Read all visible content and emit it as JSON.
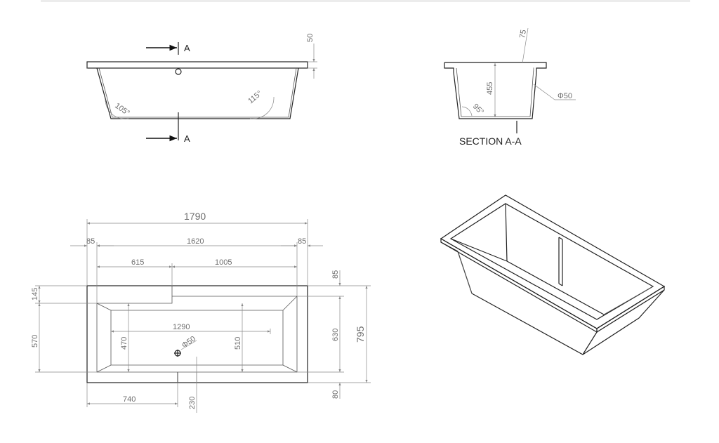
{
  "section_marks": {
    "top": "A",
    "bottom": "A"
  },
  "side_view": {
    "angle_left": "105°",
    "angle_right": "115°",
    "rim_thickness": "50"
  },
  "section_view": {
    "title": "SECTION A-A",
    "rim": "75",
    "depth": "455",
    "angle": "95°",
    "drain": "Φ50"
  },
  "plan_view": {
    "overall_length": "1790",
    "rim_left": "85",
    "inner_length": "1620",
    "rim_right": "85",
    "seg_left": "615",
    "seg_right": "1005",
    "top_rim": "85",
    "left_upper": "145",
    "left_lower": "570",
    "inner_width": "630",
    "overall_width": "795",
    "bottom_rim": "80",
    "floor_length": "1290",
    "floor_width_left": "470",
    "floor_width_right": "510",
    "drain": "Φ50",
    "drain_offset_x": "740",
    "drain_offset_y": "230"
  }
}
